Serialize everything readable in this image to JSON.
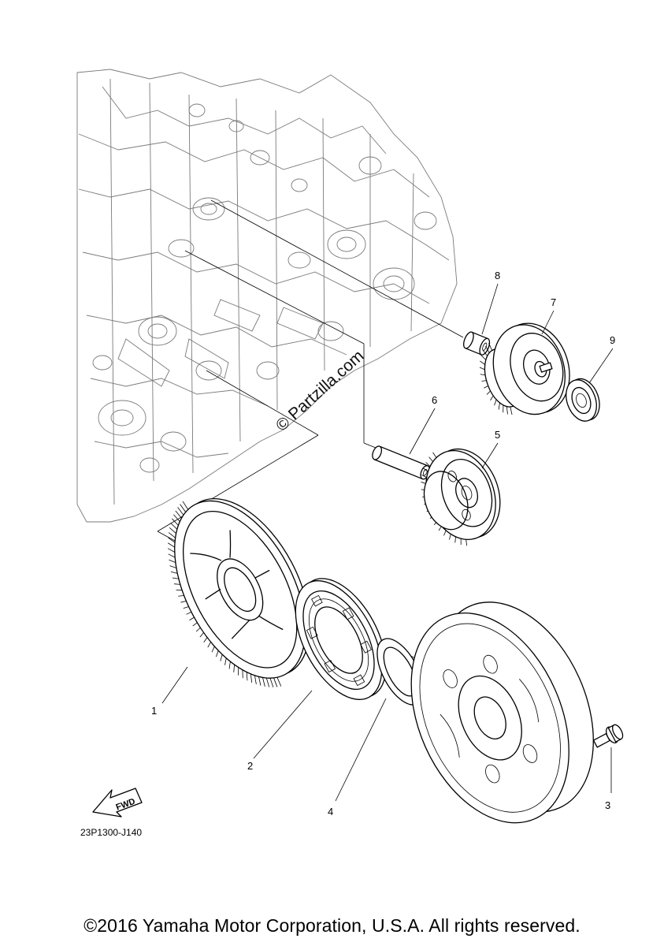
{
  "diagram": {
    "reference_code": "23P1300-J140",
    "watermark": "© Partzilla.com",
    "fwd_label": "FWD",
    "callouts": [
      {
        "id": "1",
        "label": "1"
      },
      {
        "id": "2",
        "label": "2"
      },
      {
        "id": "3",
        "label": "3"
      },
      {
        "id": "4",
        "label": "4"
      },
      {
        "id": "5",
        "label": "5"
      },
      {
        "id": "6",
        "label": "6"
      },
      {
        "id": "7",
        "label": "7"
      },
      {
        "id": "8",
        "label": "8"
      },
      {
        "id": "9",
        "label": "9"
      }
    ]
  },
  "footer": {
    "copyright": "©2016 Yamaha Motor Corporation, U.S.A. All rights reserved."
  }
}
